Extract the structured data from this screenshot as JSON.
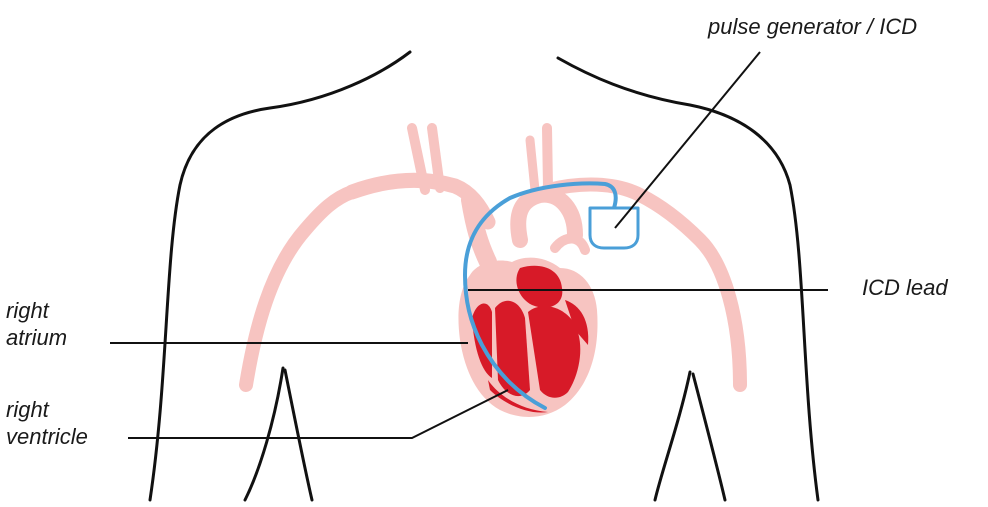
{
  "labels": {
    "pulse_generator": "pulse generator / ICD",
    "icd_lead": "ICD lead",
    "right_atrium": [
      "right",
      "atrium"
    ],
    "right_ventricle": [
      "right",
      "ventricle"
    ]
  },
  "colors": {
    "body_outline": "#111111",
    "vessels": "#f7c4c1",
    "heart": "#d71a28",
    "heart_outline": "#f7c4c1",
    "device": "#4a9fd8",
    "leader_lines": "#111111",
    "text": "#1a1a1a"
  }
}
